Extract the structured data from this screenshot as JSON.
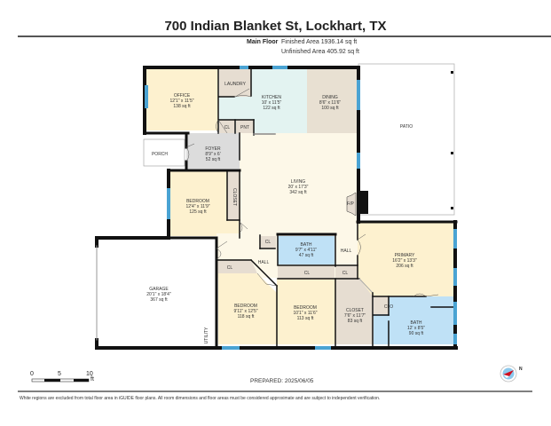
{
  "header": {
    "title": "700 Indian Blanket St, Lockhart, TX",
    "floor_name": "Main Floor",
    "finished_area": "Finished Area 1936.14 sq ft",
    "unfinished_area": "Unfinished Area 405.92 sq ft"
  },
  "colors": {
    "wall": "#111111",
    "window": "#4aa3d3",
    "bedroom_fill": "#fdf1cf",
    "living_fill": "#fdf8e8",
    "kitchen_fill": "#e3f3f1",
    "dining_fill": "#e8e0d2",
    "closet_fill": "#e6ddd1",
    "foyer_fill": "#dcdcdc",
    "bath_fill": "#bfe1f6",
    "patio_fill": "#ffffff"
  },
  "rooms": {
    "office": {
      "name": "OFFICE",
      "dims": "12'1\" x 11'5\"",
      "area": "138 sq ft"
    },
    "laundry": {
      "name": "LAUNDRY"
    },
    "kitchen": {
      "name": "KITCHEN",
      "dims": "10' x 11'5\"",
      "area": "122 sq ft"
    },
    "dining": {
      "name": "DINING",
      "dims": "8'6\" x 11'6\"",
      "area": "100 sq ft"
    },
    "patio": {
      "name": "PATIO"
    },
    "cl_kitchen": {
      "name": "CL"
    },
    "pantry": {
      "name": "PNT"
    },
    "porch": {
      "name": "PORCH"
    },
    "foyer": {
      "name": "FOYER",
      "dims": "8'9\" x 6'",
      "area": "52 sq ft"
    },
    "bedroom1": {
      "name": "BEDROOM",
      "dims": "12'4\" x 11'9\"",
      "area": "125 sq ft"
    },
    "closet_bed1": {
      "name": "CLOSET"
    },
    "living": {
      "name": "LIVING",
      "dims": "20' x 17'3\"",
      "area": "342 sq ft"
    },
    "fireplace": {
      "name": "F/P"
    },
    "bath1": {
      "name": "BATH",
      "dims": "9'7\" x 4'11\"",
      "area": "47 sq ft"
    },
    "cl_hall1": {
      "name": "CL"
    },
    "cl_hall2": {
      "name": "CL"
    },
    "cl_hall3": {
      "name": "CL"
    },
    "cl_hall4": {
      "name": "CL"
    },
    "hall_left": {
      "name": "HALL"
    },
    "hall_right": {
      "name": "HALL"
    },
    "primary": {
      "name": "PRIMARY",
      "dims": "16'2\" x 13'3\"",
      "area": "206 sq ft"
    },
    "garage": {
      "name": "GARAGE",
      "dims": "20'1\" x 18'4\"",
      "area": "367 sq ft"
    },
    "utility": {
      "name": "UTILITY"
    },
    "bedroom2": {
      "name": "BEDROOM",
      "dims": "9'11\" x 12'5\"",
      "area": "118 sq ft"
    },
    "bedroom3": {
      "name": "BEDROOM",
      "dims": "10'1\" x 11'6\"",
      "area": "113 sq ft"
    },
    "closet_primary": {
      "name": "CLOSET",
      "dims": "7'6\" x 11'7\"",
      "area": "83 sq ft"
    },
    "clo": {
      "name": "CLO"
    },
    "bath_primary": {
      "name": "BATH",
      "dims": "12' x 8'5\"",
      "area": "90 sq ft"
    }
  },
  "scale_bar": {
    "labels": [
      "0",
      "5",
      "10"
    ],
    "unit": "ft"
  },
  "footer": {
    "prepared": "PREPARED: 2025/06/05",
    "disclaimer": "White regions are excluded from total floor area in iGUIDE floor plans. All room dimensions and floor areas must be considered approximate and are subject to independent verification.",
    "compass_label": "N"
  }
}
